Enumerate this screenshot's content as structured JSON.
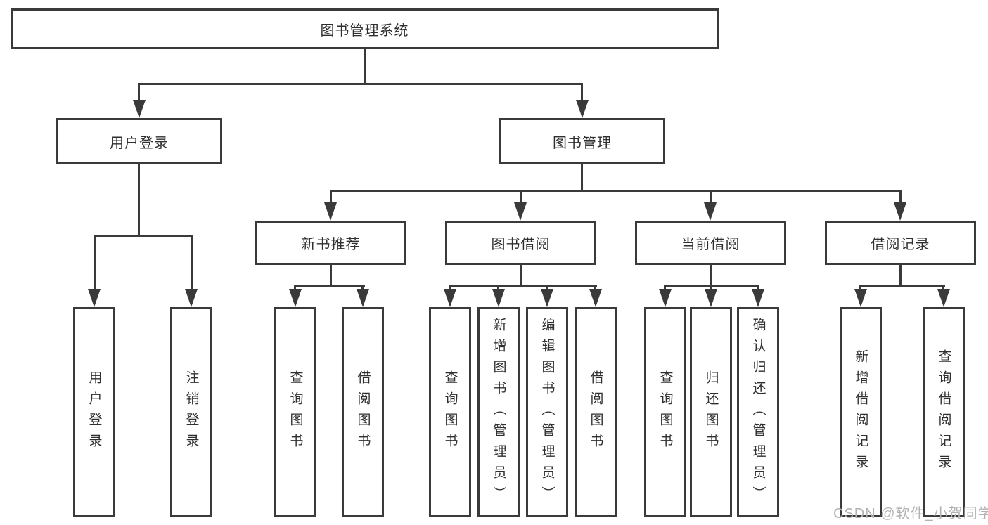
{
  "colors": {
    "line": "#3a3a3a",
    "text": "#2f2f2f",
    "box_background": "#ffffff",
    "watermark": "#b3b3b3"
  },
  "watermark": {
    "text": "CSDN @软件_小贺同学"
  },
  "diagram": {
    "title": "图书管理系统",
    "level2": [
      {
        "label": "用户登录",
        "children": [
          {
            "label": "用户登录"
          },
          {
            "label": "注销登录"
          }
        ]
      },
      {
        "label": "图书管理",
        "children": [
          {
            "label": "新书推荐",
            "children": [
              {
                "label": "查询图书"
              },
              {
                "label": "借阅图书"
              }
            ]
          },
          {
            "label": "图书借阅",
            "children": [
              {
                "label": "查询图书"
              },
              {
                "label": "新增图书（管理员）"
              },
              {
                "label": "编辑图书（管理员）"
              },
              {
                "label": "借阅图书"
              }
            ]
          },
          {
            "label": "当前借阅",
            "children": [
              {
                "label": "查询图书"
              },
              {
                "label": "归还图书"
              },
              {
                "label": "确认归还（管理员）"
              }
            ]
          },
          {
            "label": "借阅记录",
            "children": [
              {
                "label": "新增借阅记录"
              },
              {
                "label": "查询借阅记录"
              }
            ]
          }
        ]
      }
    ]
  }
}
